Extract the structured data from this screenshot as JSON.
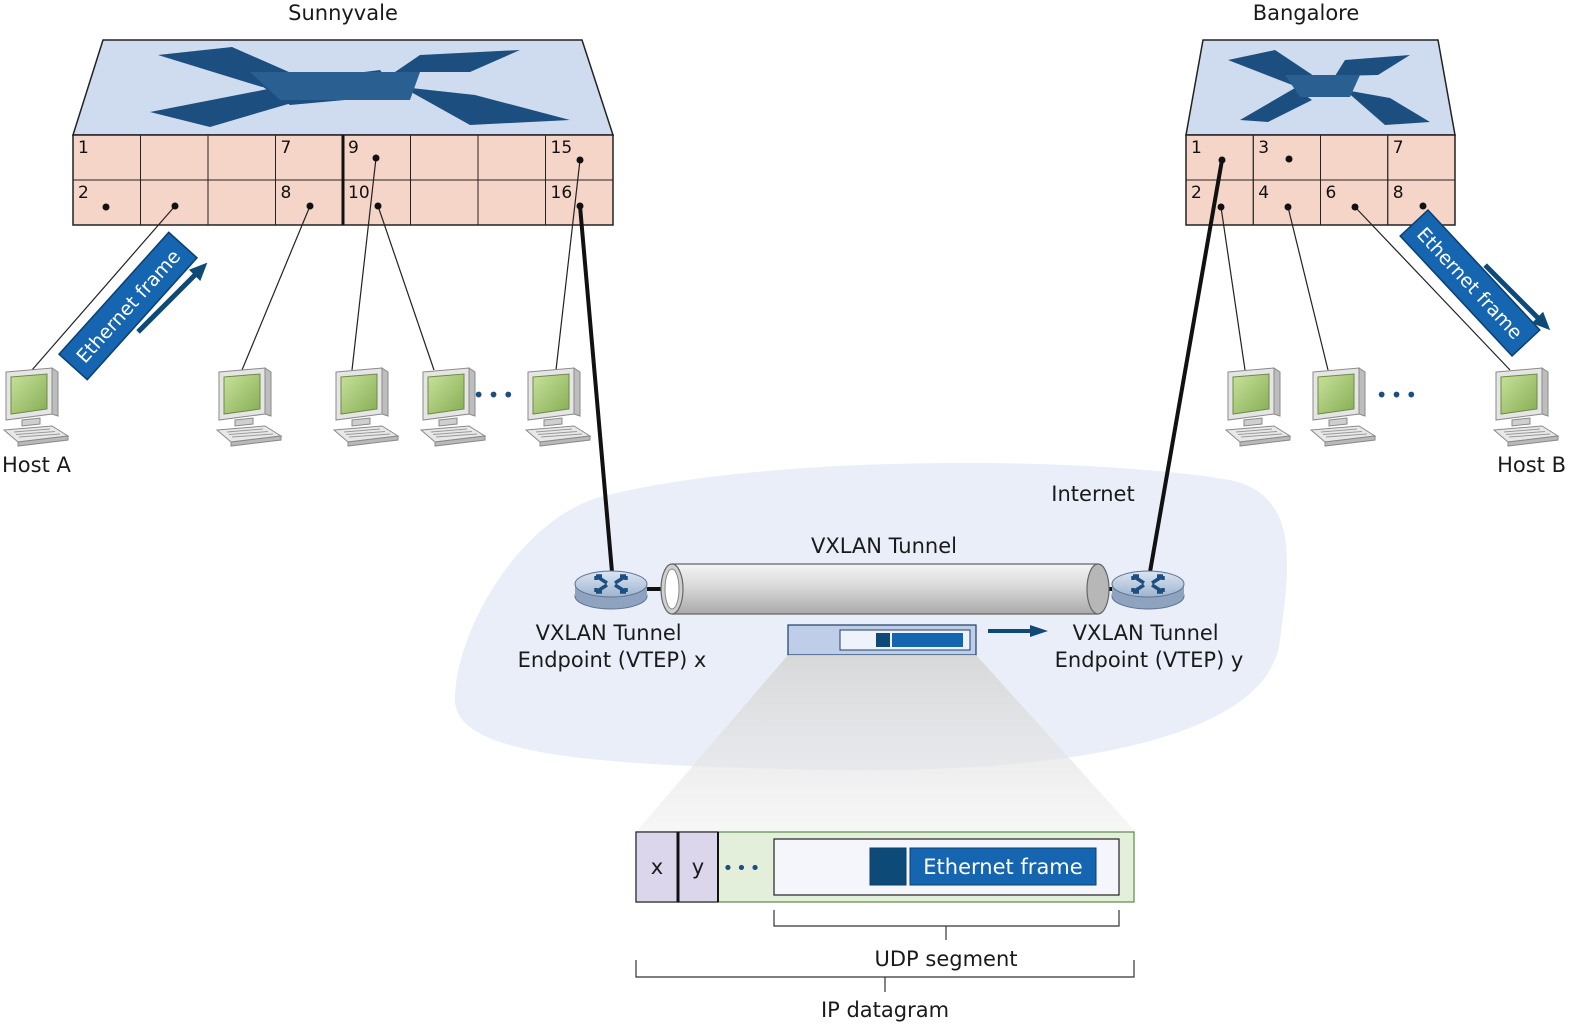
{
  "sites": {
    "left": "Sunnyvale",
    "right": "Bangalore"
  },
  "hosts": {
    "a": "Host A",
    "b": "Host B"
  },
  "ellipsis": "•••",
  "internet": "Internet",
  "tunnel": "VXLAN Tunnel",
  "vtep_x": [
    "VXLAN Tunnel",
    "Endpoint (VTEP) x"
  ],
  "vtep_y": [
    "VXLAN Tunnel",
    "Endpoint (VTEP) y"
  ],
  "frame_label": "Ethernet frame",
  "packet": {
    "x": "x",
    "y": "y",
    "dots": "•••",
    "frame": "Ethernet frame",
    "udp": "UDP segment",
    "ip": "IP datagram"
  },
  "switch_left": {
    "top_ports": [
      "1",
      "",
      "",
      "7",
      "9",
      "",
      "",
      "15"
    ],
    "bottom_ports": [
      "2",
      "",
      "",
      "8",
      "10",
      "",
      "",
      "16"
    ]
  },
  "switch_right": {
    "top_ports": [
      "1",
      "3",
      "",
      "7"
    ],
    "bottom_ports": [
      "2",
      "4",
      "6",
      "8"
    ]
  },
  "colors": {
    "switch_top": "#cfdcef",
    "switch_x": "#1c4f80",
    "port_fill": "#f5d5c8",
    "cloud": "#e9eef8",
    "frame_blue": "#1565b0",
    "dark_blue": "#0e4a78",
    "header_purple": "#dcd6ec",
    "ip_green": "#e3efdb",
    "monitor_green": "#9cc06a"
  }
}
